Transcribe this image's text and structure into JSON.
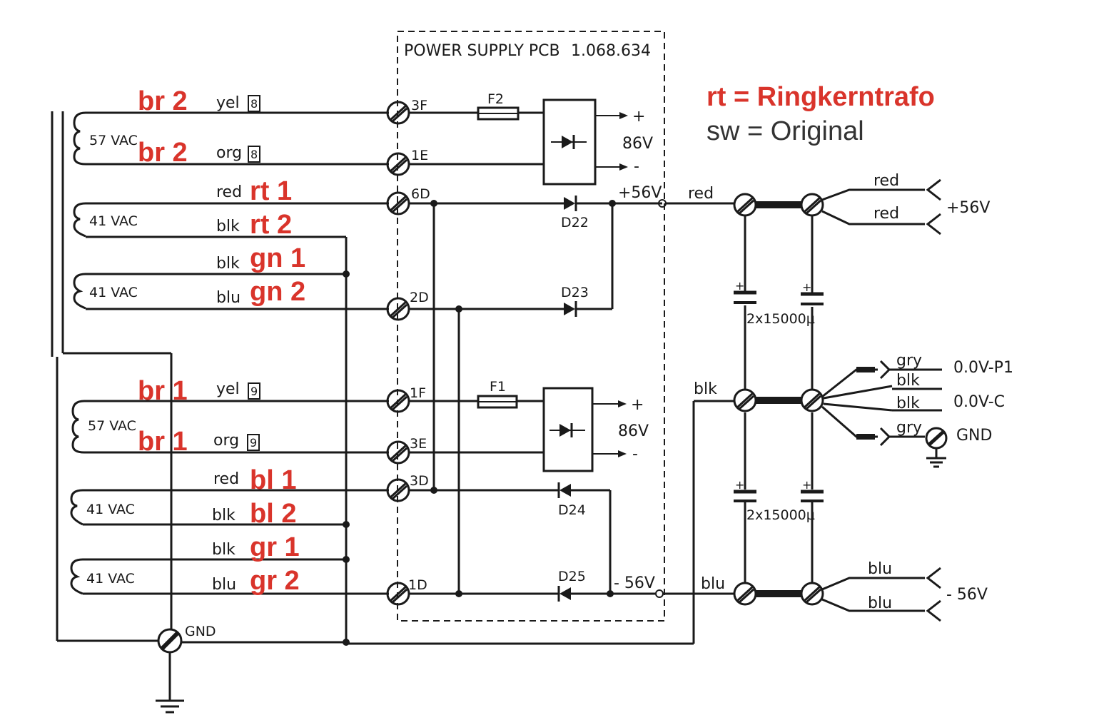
{
  "colors": {
    "ink": "#1a1a1a",
    "annotation": "#d9342b",
    "legend_gray": "#333333"
  },
  "pcb": {
    "title": "POWER SUPPLY PCB",
    "part_no": "1.068.634"
  },
  "legend": {
    "rt": "rt = Ringkerntrafo",
    "sw": "sw = Original"
  },
  "windings": {
    "w1": "57 VAC",
    "w2": "41 VAC",
    "w3": "41 VAC",
    "w4": "57 VAC",
    "w5": "41 VAC",
    "w6": "41 VAC"
  },
  "wires": {
    "a": {
      "color": "yel",
      "box": "8",
      "tag": "br 2"
    },
    "b": {
      "color": "org",
      "box": "8",
      "tag": "br 2"
    },
    "c": {
      "color": "red",
      "tag": "rt 1"
    },
    "d": {
      "color": "blk",
      "tag": "rt 2"
    },
    "e": {
      "color": "blk",
      "tag": "gn 1"
    },
    "f": {
      "color": "blu",
      "tag": "gn 2"
    },
    "g": {
      "color": "yel",
      "box": "9",
      "tag": "br 1"
    },
    "h": {
      "color": "org",
      "box": "9",
      "tag": "br 1"
    },
    "i": {
      "color": "red",
      "tag": "bl 1"
    },
    "j": {
      "color": "blk",
      "tag": "bl 2"
    },
    "k": {
      "color": "blk",
      "tag": "gr 1"
    },
    "l": {
      "color": "blu",
      "tag": "gr 2"
    }
  },
  "terminals": {
    "t3f": "3F",
    "t1e": "1E",
    "t6d": "6D",
    "t2d": "2D",
    "t1f": "1F",
    "t3e": "3E",
    "t3d": "3D",
    "t1d": "1D",
    "gnd": "GND"
  },
  "fuses": {
    "f2": "F2",
    "f1": "F1"
  },
  "rectifiers": {
    "upper_plus": "+",
    "upper_minus": "-",
    "upper_voltage": "86V",
    "lower_plus": "+",
    "lower_minus": "-",
    "lower_voltage": "86V"
  },
  "diodes": {
    "d22": "D22",
    "d23": "D23",
    "d24": "D24",
    "d25": "D25"
  },
  "rails": {
    "pos": "+56V",
    "neg": "- 56V"
  },
  "out_wires": {
    "pos": "red",
    "mid": "blk",
    "neg": "blu"
  },
  "capacitors": {
    "upper": "2x15000µ",
    "lower": "2x15000µ",
    "plus": "+"
  },
  "connectors": {
    "pos": {
      "w1": "red",
      "w2": "red",
      "label": "+56V"
    },
    "mid": {
      "w1": "gry",
      "w2": "blk",
      "w3": "blk",
      "w4": "gry",
      "l1": "0.0V-P1",
      "l2": "0.0V-C",
      "l3": "GND"
    },
    "neg": {
      "w1": "blu",
      "w2": "blu",
      "label": "- 56V"
    }
  }
}
